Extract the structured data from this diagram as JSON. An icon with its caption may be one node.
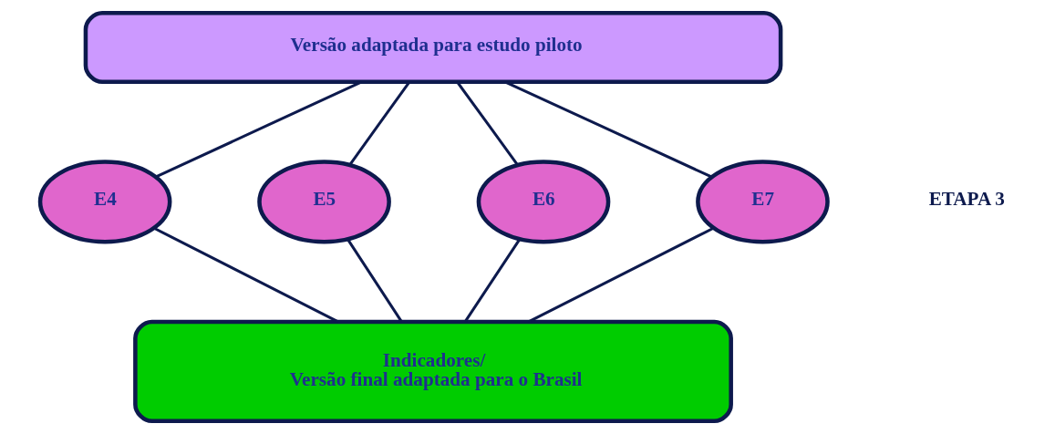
{
  "diagram": {
    "nodes": [
      {
        "text": [
          "Versão adaptada para estudo piloto"
        ]
      },
      {
        "text": [
          "E4"
        ]
      },
      {
        "text": [
          "E5"
        ]
      },
      {
        "text": [
          "E6"
        ]
      },
      {
        "text": [
          "E7"
        ]
      },
      {
        "text": [
          "Indicadores/",
          "Versão final adaptada para o Brasil"
        ]
      }
    ],
    "edges": [
      {
        "from": 0,
        "to": 1,
        "arrow": "none"
      },
      {
        "from": 0,
        "to": 2,
        "arrow": "none"
      },
      {
        "from": 0,
        "to": 3,
        "arrow": "none"
      },
      {
        "from": 0,
        "to": 4,
        "arrow": "none"
      },
      {
        "from": 1,
        "to": 5,
        "arrow": "none"
      },
      {
        "from": 2,
        "to": 5,
        "arrow": "none"
      },
      {
        "from": 3,
        "to": 5,
        "arrow": "none"
      },
      {
        "from": 4,
        "to": 5,
        "arrow": "none"
      }
    ],
    "labels": [
      "ETAPA 3"
    ]
  }
}
